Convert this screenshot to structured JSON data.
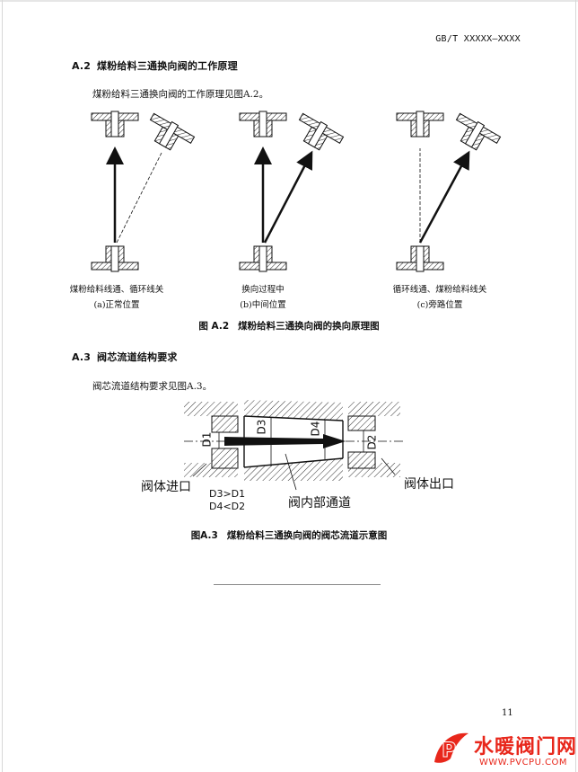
{
  "header": {
    "standard_code": "GB/T XXXXX—XXXX"
  },
  "section_a2": {
    "number": "A.2",
    "title": "煤粉给料三通换向阀的工作原理",
    "body": "煤粉给料三通换向阀的工作原理见图A.2。"
  },
  "figure_a2": {
    "panels": [
      {
        "state": "煤粉给料线通、循环线关",
        "label": "(a)正常位置"
      },
      {
        "state": "换向过程中",
        "label": "(b)中间位置"
      },
      {
        "state": "循环线通、煤粉给料线关",
        "label": "(c)旁路位置"
      }
    ],
    "caption_num": "图 A.2",
    "caption_text": "煤粉给料三通换向阀的换向原理图"
  },
  "section_a3": {
    "number": "A.3",
    "title": "阀芯流道结构要求",
    "body": "阀芯流道结构要求见图A.3。"
  },
  "figure_a3": {
    "d1": "D1",
    "d2": "D2",
    "d3": "D3",
    "d4": "D4",
    "inlet": "阀体进口",
    "outlet": "阀体出口",
    "channel": "阀内部通道",
    "cond1": "D3>D1",
    "cond2": "D4<D2",
    "caption_num": "图A.3",
    "caption_text": "煤粉给料三通换向阀的阀芯流道示意图"
  },
  "footer": {
    "page_number": "11"
  },
  "watermark": {
    "brand": "水暖阀门网",
    "url": "WWW.PVCPU.COM",
    "logo_letter": "P"
  }
}
